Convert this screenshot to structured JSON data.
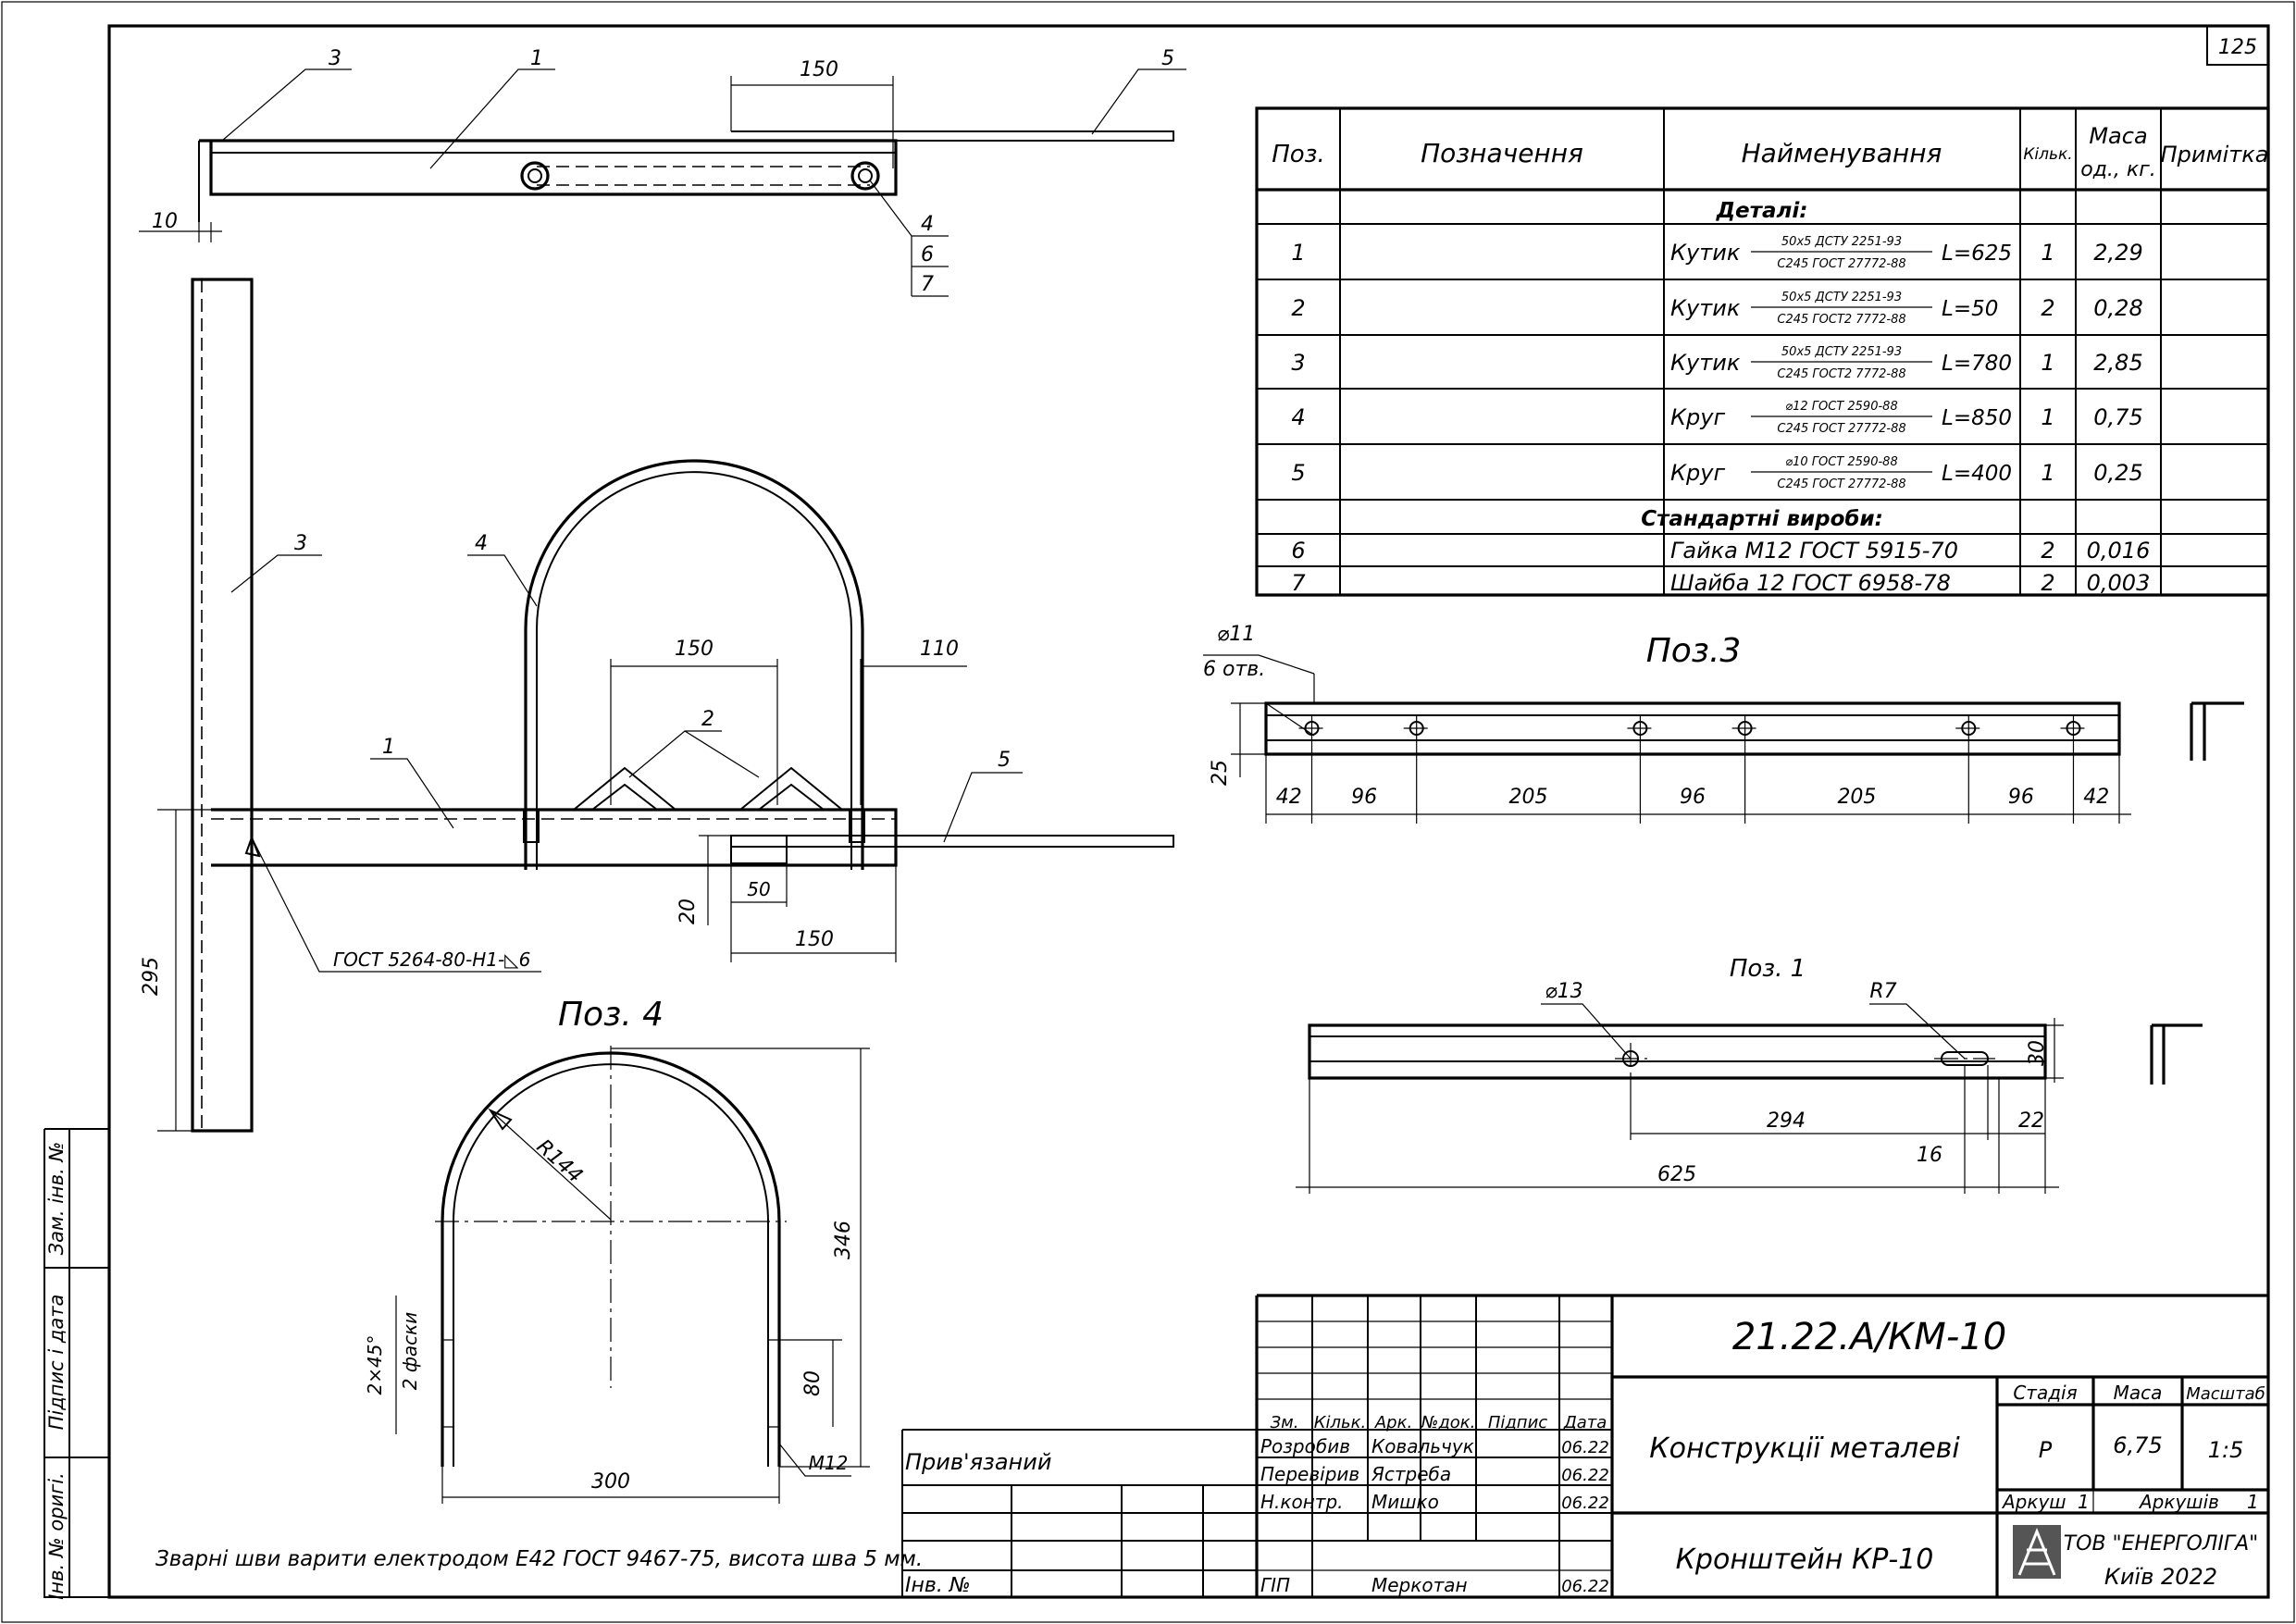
{
  "sheet_no": "125",
  "view_top": {
    "leaders": [
      "3",
      "1",
      "5",
      "4",
      "6",
      "7"
    ],
    "dim_150": "150",
    "dim_10": "10"
  },
  "view_front": {
    "leaders": [
      "3",
      "4",
      "1",
      "2",
      "5"
    ],
    "dim_150_top": "150",
    "dim_110": "110",
    "dim_295": "295",
    "dim_20": "20",
    "dim_50": "50",
    "dim_150_bot": "150",
    "weld_note": "ГОСТ 5264-80-Н1-◺6"
  },
  "pos4": {
    "title": "Поз. 4",
    "radius": "R144",
    "height": "346",
    "leg": "80",
    "width": "300",
    "chamfer": "2×45°",
    "chamfer_note": "2 фаски",
    "thread": "М12"
  },
  "pos3": {
    "title": "Поз.3",
    "hole": "⌀11",
    "holes_count": "6 отв.",
    "height": "25",
    "dims": [
      "42",
      "96",
      "205",
      "96",
      "205",
      "96",
      "42"
    ]
  },
  "pos1": {
    "title": "Поз. 1",
    "hole": "⌀13",
    "slot": "R7",
    "height": "30",
    "d294": "294",
    "d22": "22",
    "d16": "16",
    "d625": "625"
  },
  "table": {
    "headers": [
      "Поз.",
      "Позначення",
      "Найменування",
      "Кільк.",
      "Маса",
      "од., кг.",
      "Примітка"
    ],
    "section_parts": "Деталі:",
    "section_std": "Стандартні вироби:",
    "rows": [
      {
        "pos": "1",
        "name": "Кутик",
        "num": "50x5 ДСТУ 2251-93",
        "den": "С245 ГОСТ 27772-88",
        "len": "L=625",
        "qty": "1",
        "mass": "2,29"
      },
      {
        "pos": "2",
        "name": "Кутик",
        "num": "50x5 ДСТУ 2251-93",
        "den": "С245 ГОСТ2 7772-88",
        "len": "L=50",
        "qty": "2",
        "mass": "0,28"
      },
      {
        "pos": "3",
        "name": "Кутик",
        "num": "50x5 ДСТУ 2251-93",
        "den": "С245 ГОСТ2 7772-88",
        "len": "L=780",
        "qty": "1",
        "mass": "2,85"
      },
      {
        "pos": "4",
        "name": "Круг",
        "num": "⌀12 ГОСТ 2590-88",
        "den": "С245 ГОСТ 27772-88",
        "len": "L=850",
        "qty": "1",
        "mass": "0,75"
      },
      {
        "pos": "5",
        "name": "Круг",
        "num": "⌀10 ГОСТ 2590-88",
        "den": "С245 ГОСТ 27772-88",
        "len": "L=400",
        "qty": "1",
        "mass": "0,25"
      }
    ],
    "std_rows": [
      {
        "pos": "6",
        "name": "Гайка М12 ГОСТ 5915-70",
        "qty": "2",
        "mass": "0,016"
      },
      {
        "pos": "7",
        "name": "Шайба 12 ГОСТ 6958-78",
        "qty": "2",
        "mass": "0,003"
      }
    ]
  },
  "weld_footnote": "Зварні шви варити електродом Е42 ГОСТ 9467-75, висота шва 5 мм.",
  "side_stamp": [
    "Інв. № оригі.",
    "Підпис і дата",
    "Зам. інв. №"
  ],
  "tb": {
    "code": "21.22.А/КМ-10",
    "hdr": [
      "Зм.",
      "Кільк.",
      "Арк.",
      "№док.",
      "Підпис",
      "Дата"
    ],
    "people": [
      {
        "role": "Розробив",
        "name": "Ковальчук",
        "date": "06.22"
      },
      {
        "role": "Перевірив",
        "name": "Ястреба",
        "date": "06.22"
      },
      {
        "role": "Н.контр.",
        "name": "Мишко",
        "date": "06.22"
      },
      {
        "role": "ГІП",
        "name": "Меркотан",
        "date": "06.22"
      }
    ],
    "construction": "Конструкції металеві",
    "stage_label": "Стадія",
    "stage": "Р",
    "mass_label": "Маса",
    "mass": "6,75",
    "scale_label": "Масштаб",
    "scale": "1:5",
    "sheet_label": "Аркуш",
    "sheet": "1",
    "sheets_label": "Аркушів",
    "sheets": "1",
    "title": "Кронштейн КР-10",
    "company": "ТОВ \"ЕНЕРГОЛІГА\"",
    "city": "Київ 2022",
    "attached": "Прив'язаний",
    "inv": "Інв. №"
  }
}
